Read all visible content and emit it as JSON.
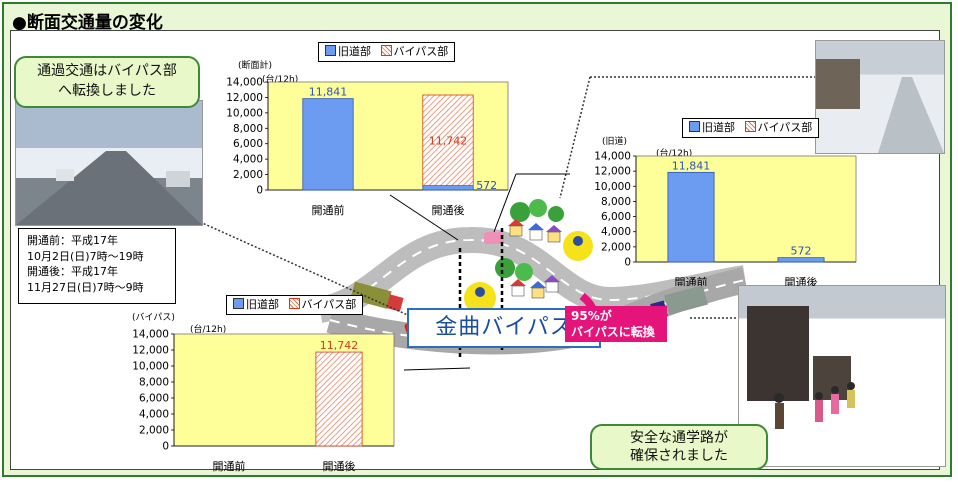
{
  "header": {
    "title": "●断面交通量の変化"
  },
  "callouts": {
    "transfer": [
      "通過交通はバイパス部",
      "へ転換しました"
    ],
    "school": [
      "安全な通学路が",
      "確保されました"
    ]
  },
  "survey": {
    "lines": [
      "開通前：平成17年",
      "10月2日(日)7時～19時",
      "開通後：平成17年",
      "11月27日(日)7時～9時"
    ]
  },
  "bypass_name": "金曲バイパス",
  "shift_note": [
    "95%が",
    "バイパスに転換"
  ],
  "colors": {
    "old_road": "#6b9cf2",
    "bypass": "#e9734d",
    "plot_bg": "#ffff99",
    "frame": "#2f7a2f"
  },
  "chart_data": [
    {
      "id": "total",
      "type": "bar",
      "panel_label": "(断面計)",
      "unit": "(台/12h)",
      "legend": [
        "旧道部",
        "バイパス部"
      ],
      "categories": [
        "開通前",
        "開通後"
      ],
      "ylim": [
        0,
        14000
      ],
      "yticks": [
        "0",
        "2,000",
        "4,000",
        "6,000",
        "8,000",
        "10,000",
        "12,000",
        "14,000"
      ],
      "series": [
        {
          "name": "旧道部",
          "values": [
            11841,
            572
          ],
          "labels": [
            "11,841",
            "572"
          ]
        },
        {
          "name": "バイパス部",
          "values": [
            0,
            11742
          ],
          "labels": [
            "",
            "11,742"
          ]
        }
      ],
      "stacked": true
    },
    {
      "id": "old",
      "type": "bar",
      "panel_label": "(旧道)",
      "unit": "(台/12h)",
      "legend": [
        "旧道部",
        "バイパス部"
      ],
      "categories": [
        "開通前",
        "開通後"
      ],
      "ylim": [
        0,
        14000
      ],
      "yticks": [
        "0",
        "2,000",
        "4,000",
        "6,000",
        "8,000",
        "10,000",
        "12,000",
        "14,000"
      ],
      "series": [
        {
          "name": "旧道部",
          "values": [
            11841,
            572
          ],
          "labels": [
            "11,841",
            "572"
          ]
        }
      ]
    },
    {
      "id": "bypass",
      "type": "bar",
      "panel_label": "(バイパス)",
      "unit": "(台/12h)",
      "legend": [
        "旧道部",
        "バイパス部"
      ],
      "categories": [
        "開通前",
        "開通後"
      ],
      "ylim": [
        0,
        14000
      ],
      "yticks": [
        "0",
        "2,000",
        "4,000",
        "6,000",
        "8,000",
        "10,000",
        "12,000",
        "14,000"
      ],
      "series": [
        {
          "name": "バイパス部",
          "values": [
            0,
            11742
          ],
          "labels": [
            "",
            "11,742"
          ]
        }
      ]
    }
  ]
}
